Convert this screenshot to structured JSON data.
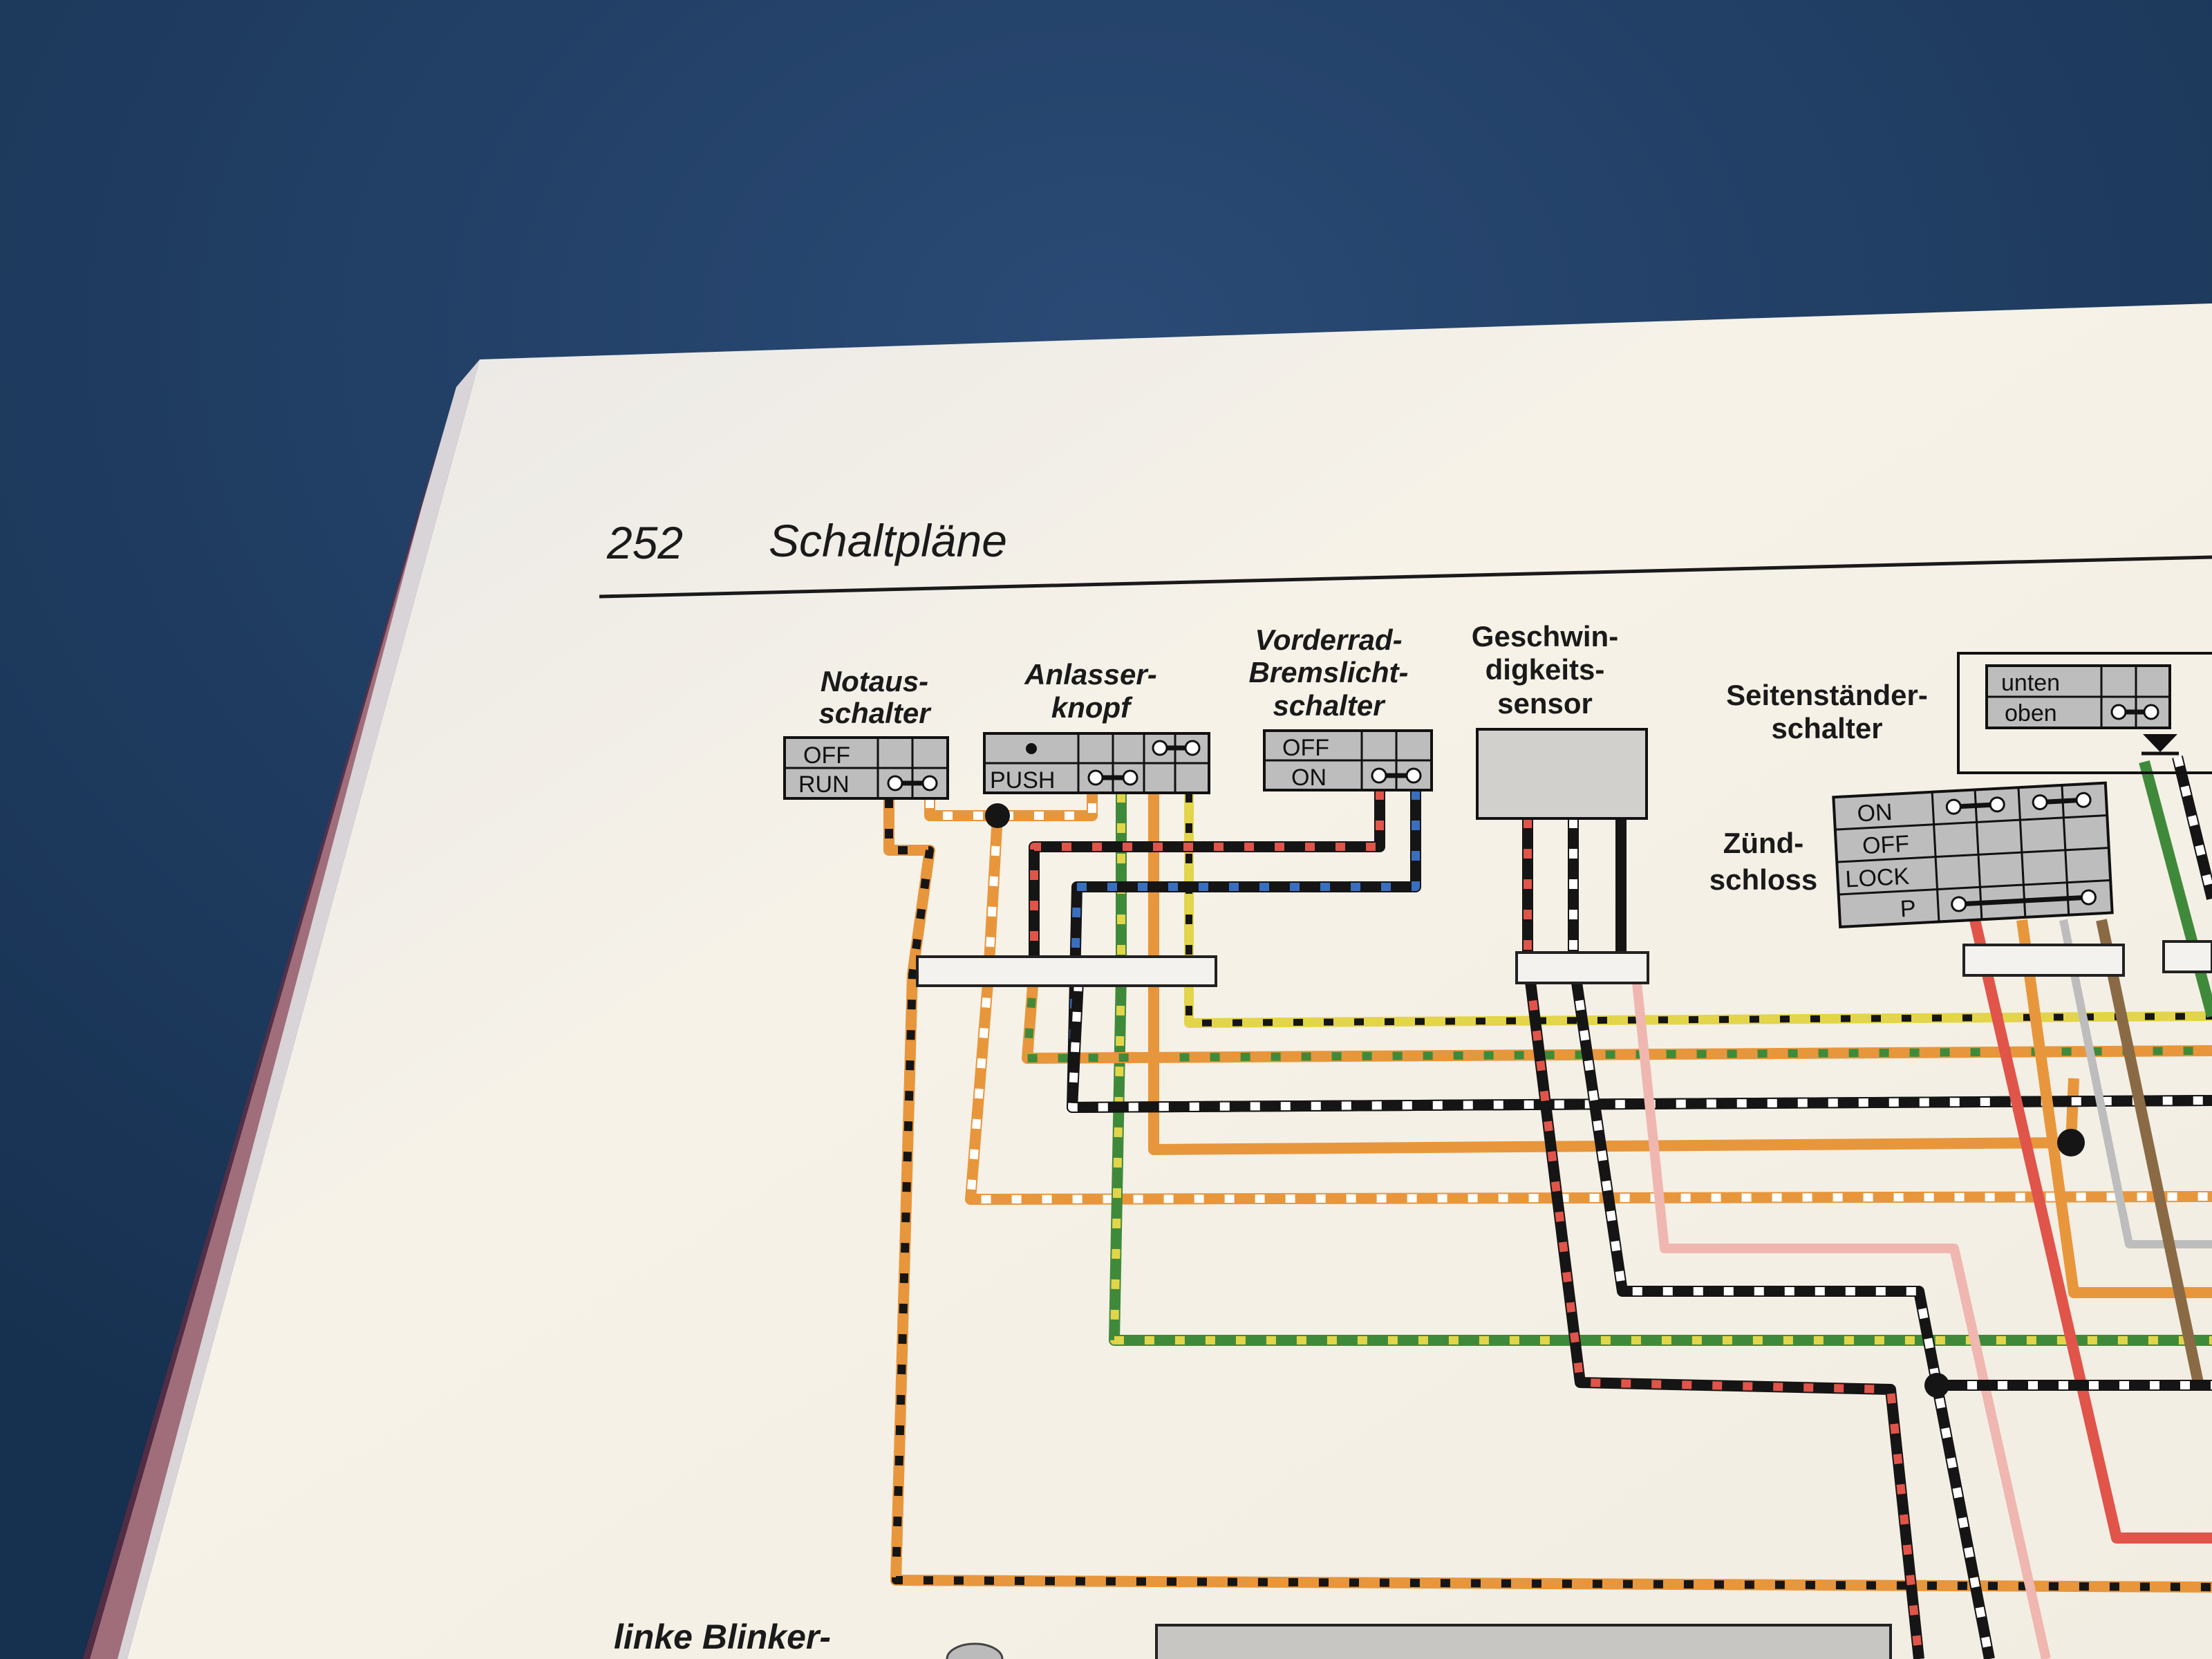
{
  "header": {
    "page_number": "252",
    "title": "Schaltpläne"
  },
  "components": {
    "notaus": {
      "line1": "Notaus-",
      "line2": "schalter",
      "rows": [
        "OFF",
        "RUN"
      ]
    },
    "anlasser": {
      "line1": "Anlasser-",
      "line2": "knopf",
      "rows": [
        "PUSH"
      ]
    },
    "vorderrad": {
      "line1": "Vorderrad-",
      "line2": "Bremslicht-",
      "line3": "schalter",
      "rows": [
        "OFF",
        "ON"
      ]
    },
    "sensor": {
      "line1": "Geschwin-",
      "line2": "digkeits-",
      "line3": "sensor"
    },
    "seitenstaender": {
      "line1": "Seitenständer-",
      "line2": "schalter",
      "rows": [
        "unten",
        "oben"
      ]
    },
    "zuendschloss": {
      "line1": "Zünd-",
      "line2": "schloss",
      "rows": [
        "ON",
        "OFF",
        "LOCK",
        "P"
      ]
    },
    "blinker": {
      "line1": "linke Blinker-"
    }
  },
  "colors": {
    "background": "#1d3b63",
    "paper": "#f4f0e6",
    "orange": "#e8963c",
    "black": "#151515",
    "green": "#3f8a3a",
    "yellow": "#e3d54a",
    "red": "#e0544a",
    "pink": "#efb7b0",
    "blue": "#3a6fc0",
    "brown": "#8a6a45",
    "switch_gray": "#bdbdbd"
  }
}
